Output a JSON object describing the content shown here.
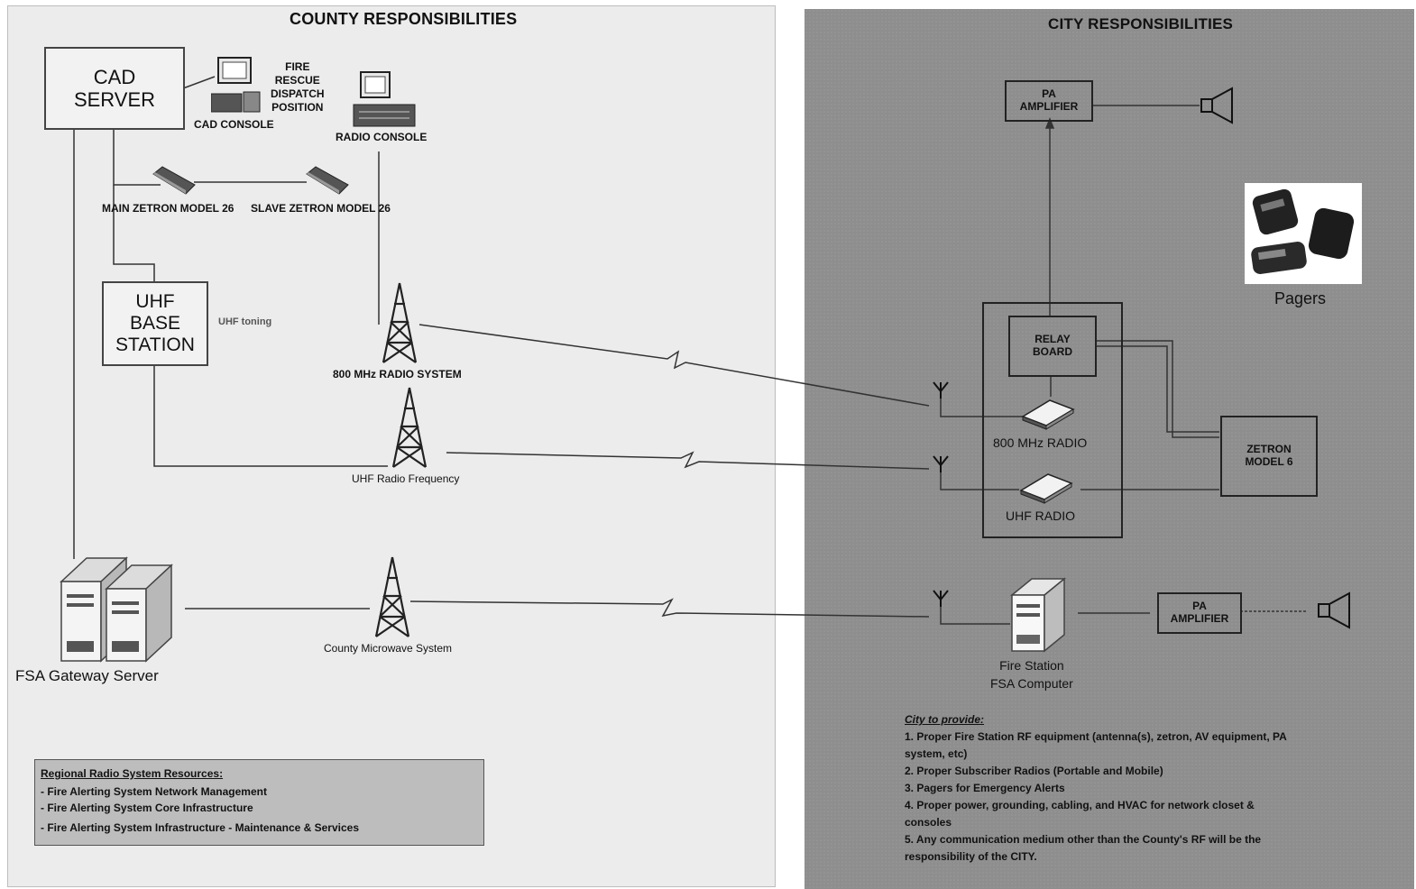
{
  "county": {
    "title": "COUNTY RESPONSIBILITIES",
    "cad_server": "CAD\nSERVER",
    "cad_console": "CAD CONSOLE",
    "fire_rescue": "FIRE\nRESCUE\nDISPATCH\nPOSITION",
    "radio_console": "RADIO CONSOLE",
    "main_zetron": "MAIN ZETRON MODEL 26",
    "slave_zetron": "SLAVE ZETRON MODEL 26",
    "uhf_base": "UHF\nBASE\nSTATION",
    "uhf_toning": "UHF toning",
    "radio_800": "800 MHz RADIO SYSTEM",
    "uhf_freq": "UHF Radio Frequency",
    "microwave": "County Microwave System",
    "fsa_gateway": "FSA Gateway Server",
    "resources": {
      "header": "Regional Radio System Resources:",
      "items": [
        "- Fire Alerting System Network Management",
        "- Fire Alerting System Core Infrastructure",
        "- Fire Alerting System Infrastructure - Maintenance & Services"
      ]
    }
  },
  "city": {
    "title": "CITY RESPONSIBILITIES",
    "pa_amp_top": "PA\nAMPLIFIER",
    "pagers": "Pagers",
    "relay_board": "RELAY\nBOARD",
    "radio_800": "800 MHz RADIO",
    "uhf_radio": "UHF RADIO",
    "zetron6": "ZETRON\nMODEL 6",
    "fire_station": "Fire Station\nFSA Computer",
    "pa_amp_bottom": "PA\nAMPLIFIER",
    "provide": {
      "header": "City to provide:",
      "items": [
        "1. Proper Fire Station RF equipment (antenna(s), zetron, AV equipment, PA system, etc)",
        "2. Proper Subscriber Radios (Portable and Mobile)",
        "3. Pagers for Emergency Alerts",
        "4. Proper power, grounding, cabling, and HVAC for network closet & consoles",
        "5. Any communication medium other than the County's RF will be the responsibility of the CITY."
      ]
    }
  }
}
